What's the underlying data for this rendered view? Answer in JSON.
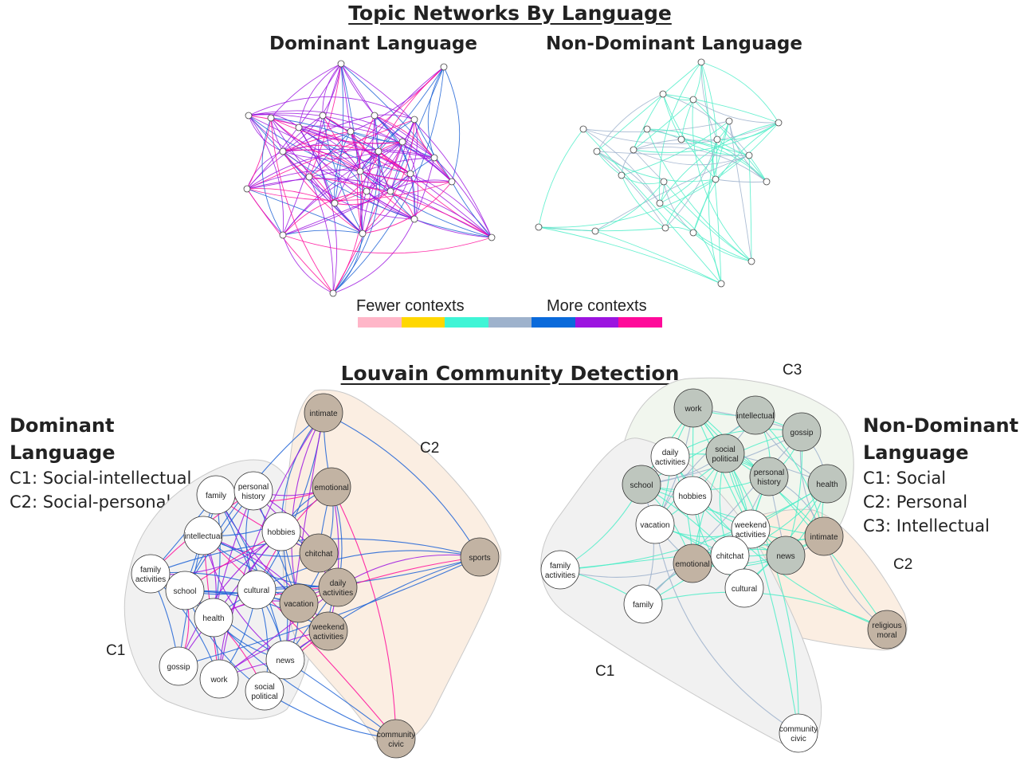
{
  "titles": {
    "section1": "Topic Networks By Language",
    "dominant": "Dominant Language",
    "nondominant": "Non-Dominant Language",
    "section2": "Louvain Community Detection"
  },
  "legend": {
    "fewer": "Fewer contexts",
    "more": "More contexts",
    "colors": [
      "#FFB6C8",
      "#FFD700",
      "#3FF5D6",
      "#9EB2CC",
      "#0A6ADB",
      "#9C14E0",
      "#FF0A9A"
    ]
  },
  "dominant_side": {
    "heading_line1": "Dominant",
    "heading_line2": "Language",
    "c1": "C1: Social-intellectual",
    "c2": "C2: Social-personal"
  },
  "nondominant_side": {
    "heading_line1": "Non-Dominant",
    "heading_line2": "Language",
    "c1": "C1: Social",
    "c2": "C2: Personal",
    "c3": "C3: Intellectual"
  },
  "community_labels": {
    "c1": "C1",
    "c2": "C2",
    "c3": "C3"
  },
  "colors": {
    "dom_edge_main": "#9C14E0",
    "dom_edge_alt": "#FF0A9A",
    "dom_edge_blue": "#1C62D6",
    "nondom_edge_main": "#4DEDC8",
    "nondom_edge_alt": "#9EB2CC",
    "brown_node": "#C2B3A3",
    "green_node": "#BEC6BE",
    "white_node": "#FFFFFF",
    "hull_grey": "#F1F1F1",
    "hull_peach": "#FBEEE2",
    "hull_green": "#F1F6EE"
  },
  "dominant_community": {
    "C1": [
      "family",
      "personal history",
      "intellectual",
      "hobbies",
      "family activities",
      "school",
      "cultural",
      "health",
      "gossip",
      "work",
      "social political",
      "news"
    ],
    "C2": [
      "intimate",
      "emotional",
      "chitchat",
      "daily activities",
      "vacation",
      "weekend activities",
      "sports",
      "community civic"
    ]
  },
  "nondominant_community": {
    "C1": [
      "family activities",
      "family",
      "cultural",
      "community civic",
      "vacation",
      "hobbies",
      "daily activities",
      "weekend activities",
      "chitchat"
    ],
    "C2": [
      "emotional",
      "intimate",
      "religious moral"
    ],
    "C3": [
      "work",
      "intellectual",
      "gossip",
      "social political",
      "personal history",
      "school",
      "health",
      "news"
    ]
  }
}
